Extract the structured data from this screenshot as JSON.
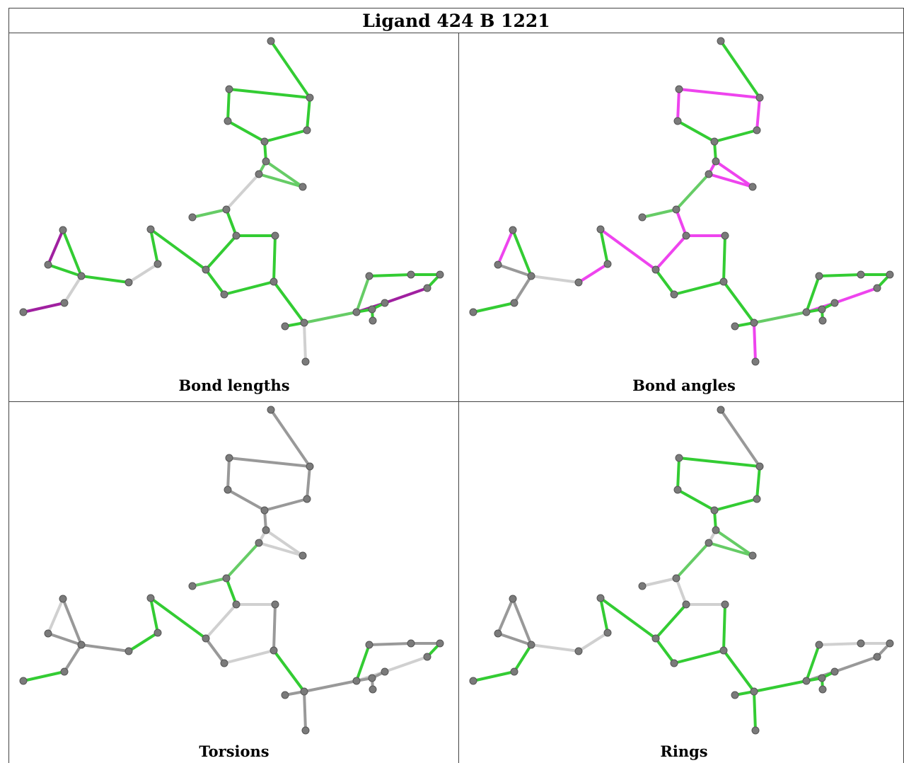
{
  "title": "Ligand 424 B 1221",
  "panels": [
    {
      "caption": "Bond lengths"
    },
    {
      "caption": "Bond angles"
    },
    {
      "caption": "Torsions"
    },
    {
      "caption": "Rings"
    }
  ],
  "colors": {
    "green": "#33cc33",
    "light_green": "#66cc66",
    "gray": "#999999",
    "light_gray": "#d0d0d0",
    "magenta": "#ee44ee",
    "purple": "#a020a0",
    "atom": "#7a7a7a"
  }
}
